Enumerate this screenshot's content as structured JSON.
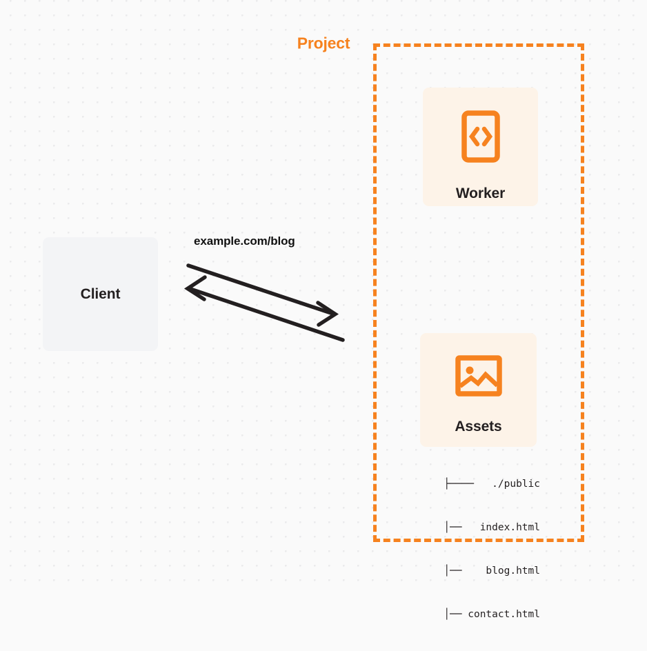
{
  "diagram": {
    "title_label": "Project",
    "accent_color": "#f6821f",
    "background_color": "#fafafa",
    "card_fill": "#fdf3e8",
    "client_fill": "#f3f4f6",
    "text_color": "#231f20"
  },
  "client": {
    "label": "Client",
    "icon": "none"
  },
  "connection": {
    "request_label": "example.com/blog",
    "outgoing_direction": "right",
    "incoming_direction": "left",
    "stroke_color": "#231f20"
  },
  "project": {
    "label": "Project",
    "cards": [
      {
        "label": "Worker",
        "icon": "code-brackets-icon"
      },
      {
        "label": "Assets",
        "icon": "image-icon"
      }
    ]
  },
  "file_tree": {
    "rows": [
      {
        "branch": "├────",
        "name": "./public"
      },
      {
        "branch": "│──",
        "name": "index.html"
      },
      {
        "branch": "│──",
        "name": "blog.html"
      },
      {
        "branch": "│──",
        "name": "contact.html"
      }
    ],
    "lines": [
      "├────   ./public",
      " │──   index.html",
      " │──    blog.html",
      " │── contact.html"
    ]
  }
}
